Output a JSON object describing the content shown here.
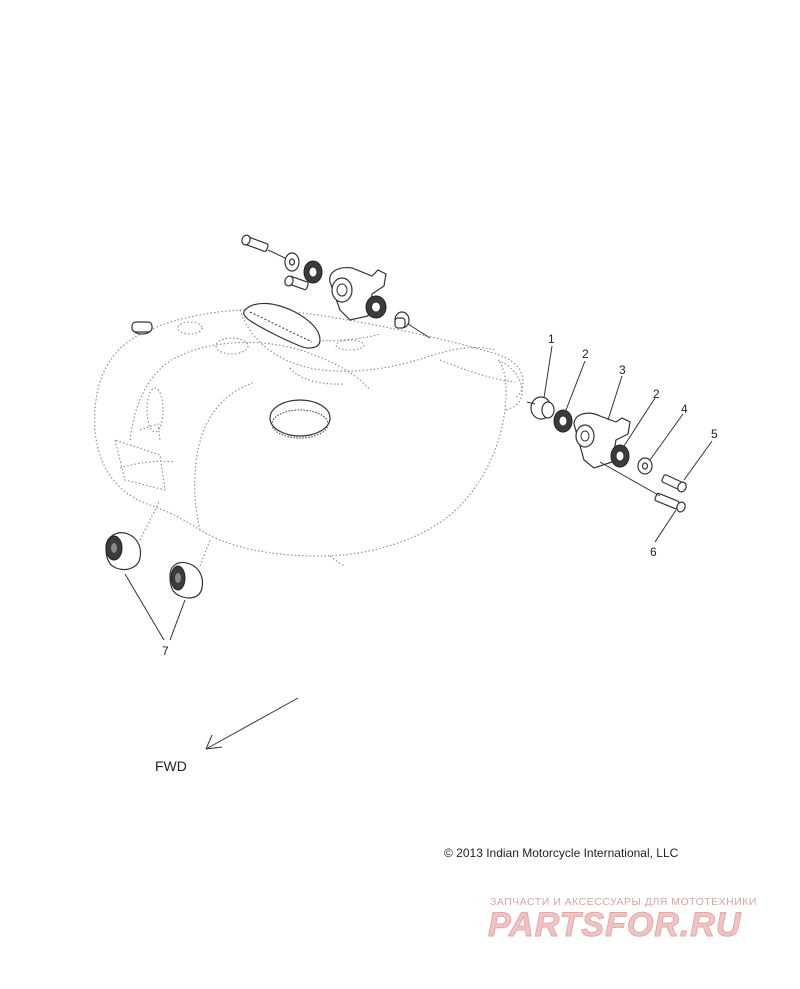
{
  "diagram": {
    "callouts": [
      {
        "id": "1",
        "text": "1"
      },
      {
        "id": "2a",
        "text": "2"
      },
      {
        "id": "3",
        "text": "3"
      },
      {
        "id": "2b",
        "text": "2"
      },
      {
        "id": "4",
        "text": "4"
      },
      {
        "id": "5",
        "text": "5"
      },
      {
        "id": "6",
        "text": "6"
      },
      {
        "id": "7",
        "text": "7"
      }
    ],
    "direction_label": "FWD",
    "copyright": "© 2013 Indian Motorcycle International, LLC"
  },
  "watermark": {
    "tagline": "ЗАПЧАСТИ И АКСЕССУАРЫ ДЛЯ МОТОТЕХНИКИ",
    "logo": "PARTSFOR.RU"
  }
}
